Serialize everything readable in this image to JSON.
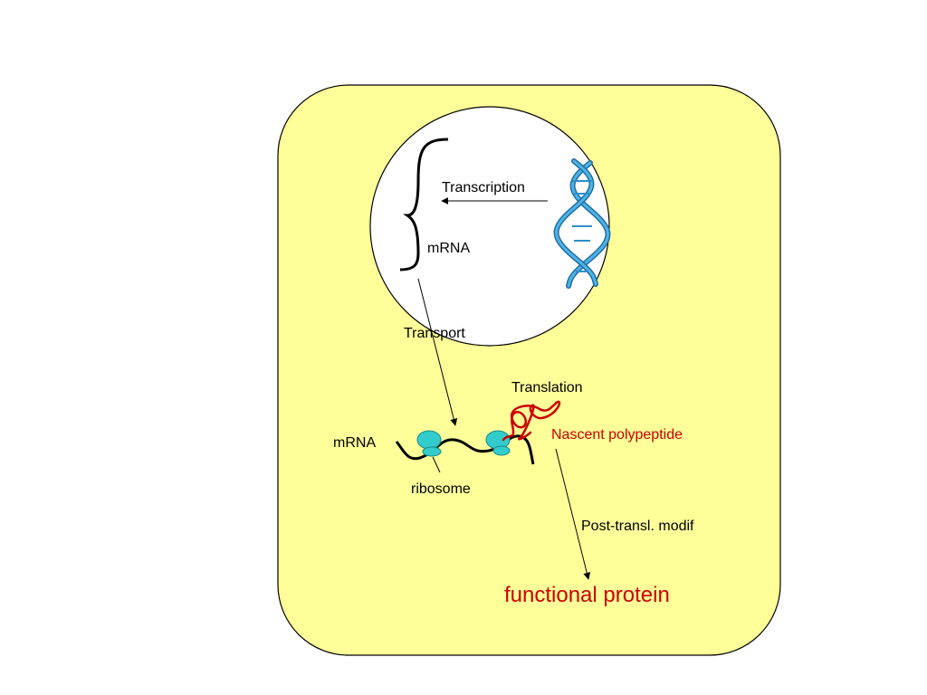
{
  "labels": {
    "transcription": "Transcription",
    "mrna_nucleus": "mRNA",
    "transport": "Transport",
    "translation": "Translation",
    "nascent_polypeptide": "Nascent polypeptide",
    "mrna_cytoplasm": "mRNA",
    "ribosome": "ribosome",
    "post_transl_modif": "Post-transl. modif",
    "functional_protein": "functional protein"
  },
  "colors": {
    "cell_fill": "#ffff99",
    "nucleus_fill": "#ffffff",
    "dna": "#2e8fc7",
    "ribosome": "#33cccc",
    "polypeptide": "#cc0000",
    "text_dark": "#000000",
    "text_red": "#cc0000"
  },
  "icons": {
    "dna": "dna-double-helix-icon",
    "ribosome": "ribosome-icon"
  }
}
